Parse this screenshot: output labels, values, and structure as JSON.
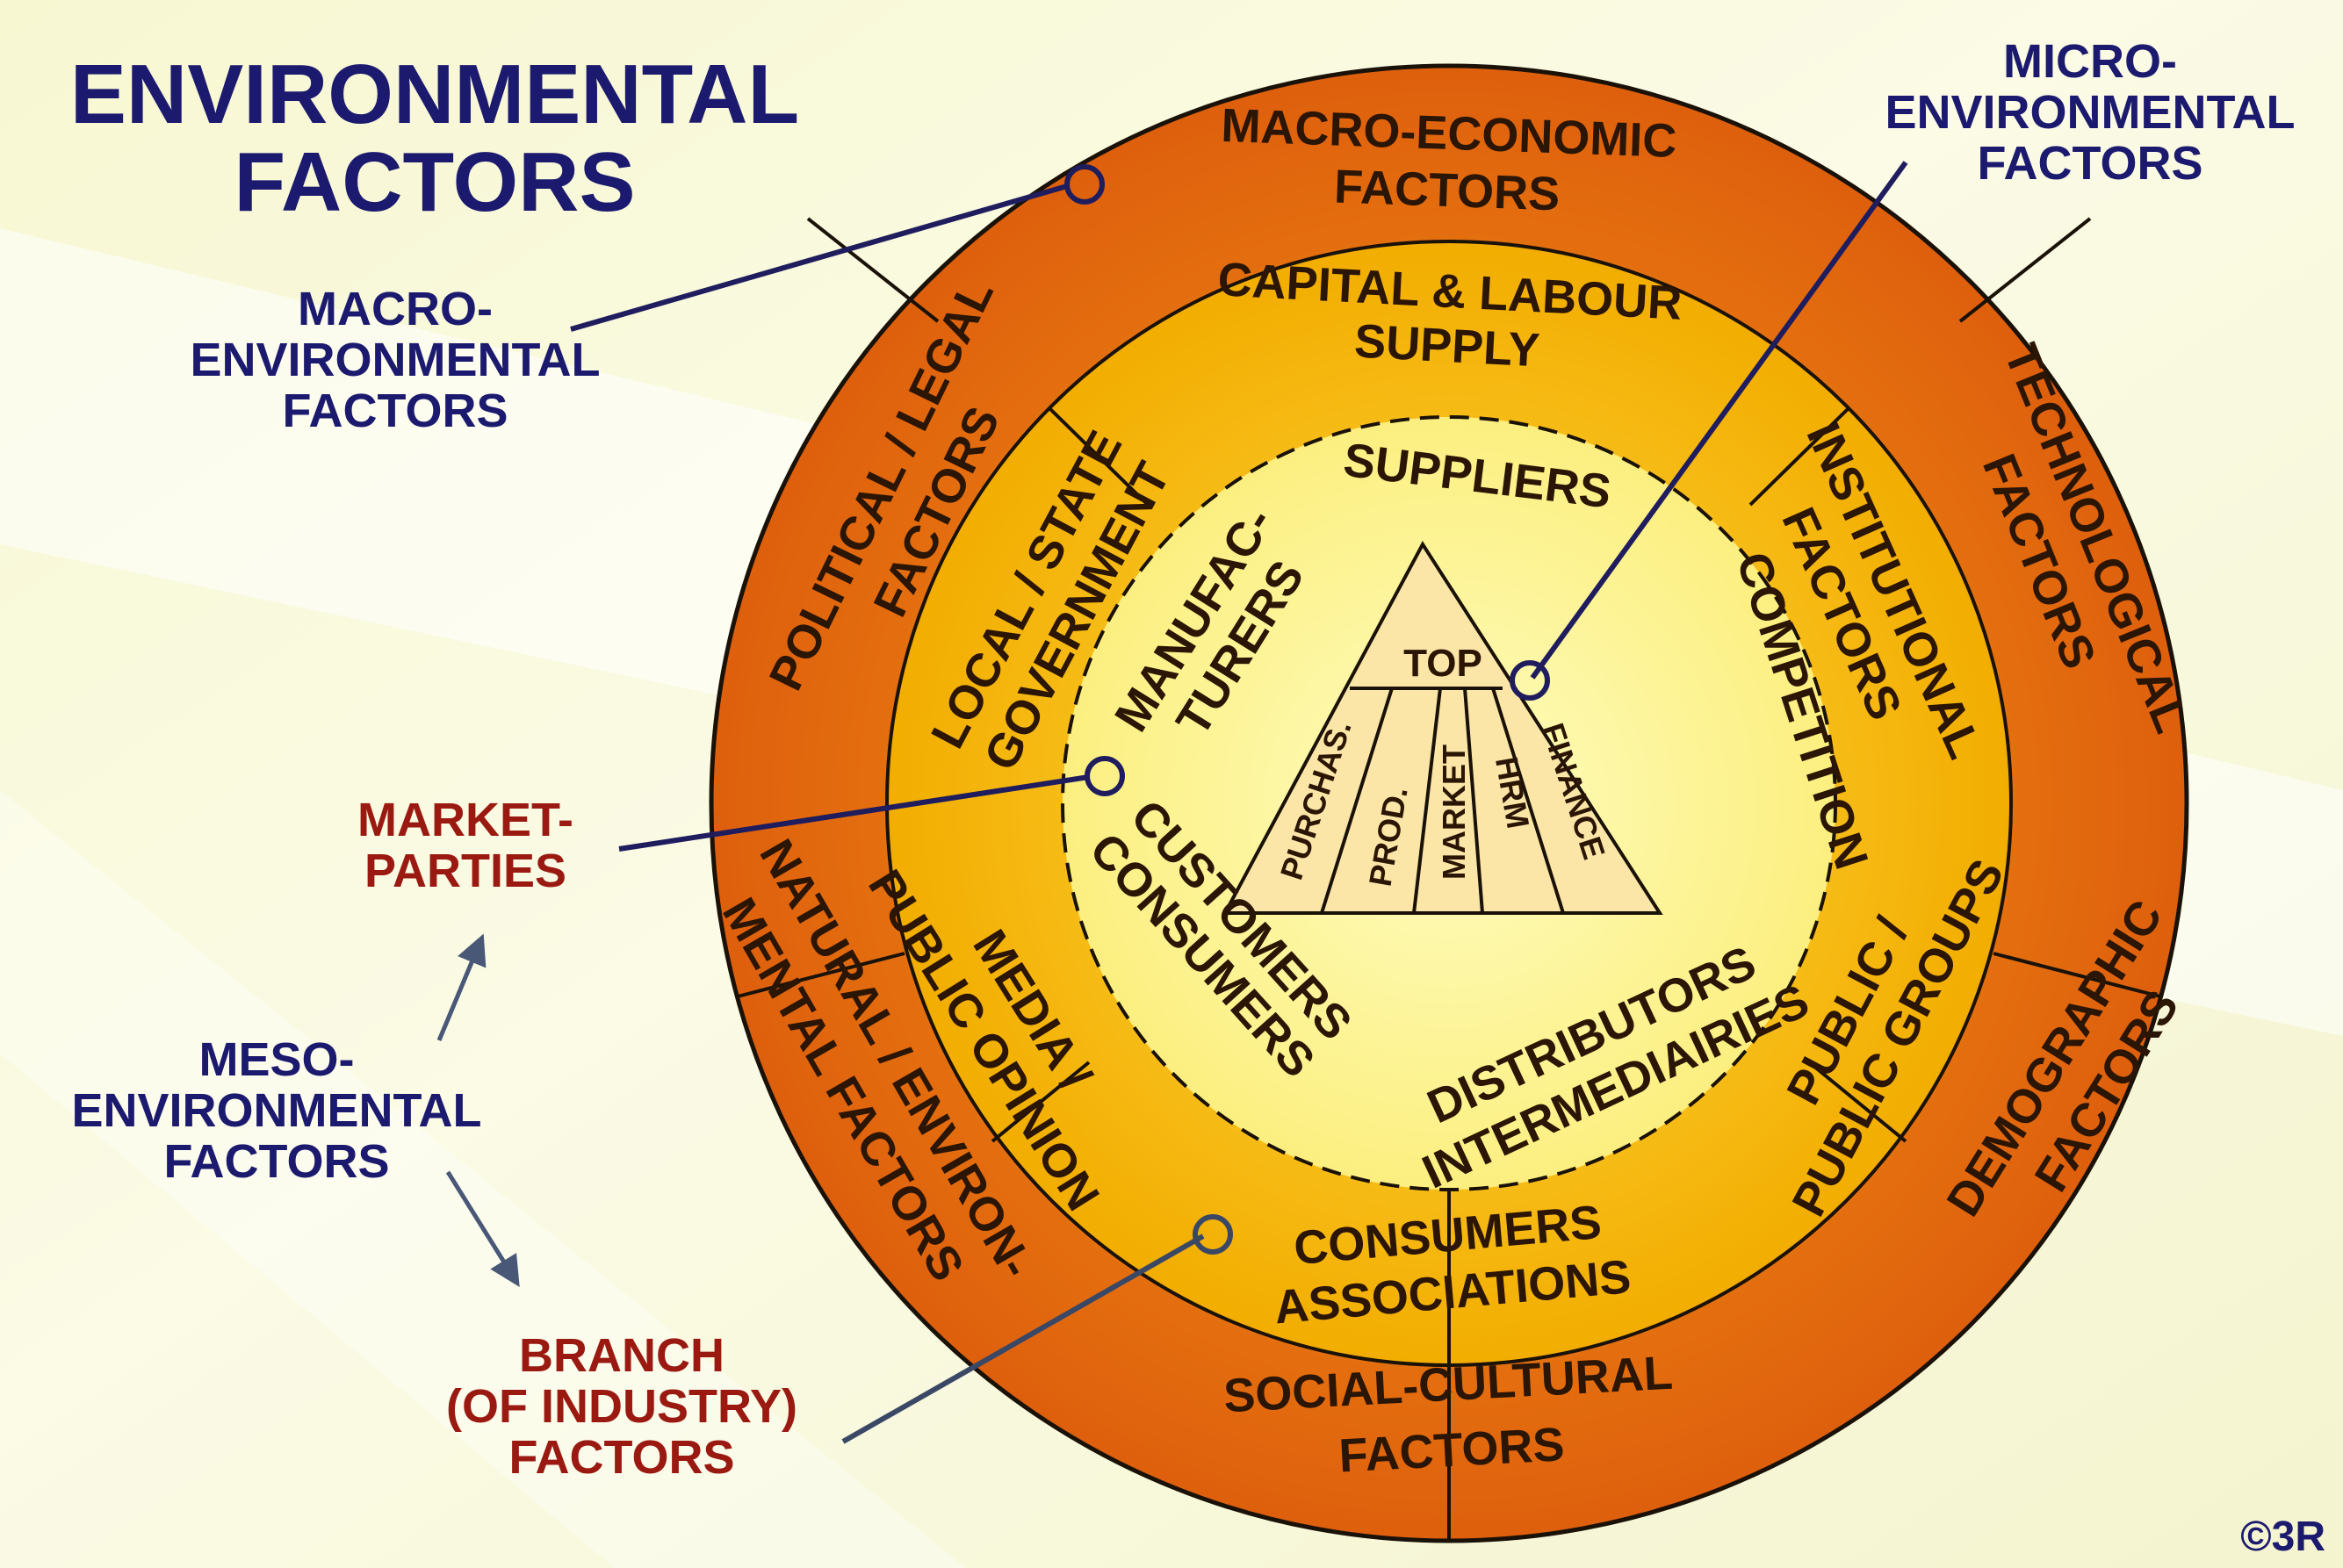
{
  "title": {
    "line1": "ENVIRONMENTAL",
    "line2": "FACTORS"
  },
  "side_labels": {
    "macro": [
      "MACRO-",
      "ENVIRONMENTAL",
      "FACTORS"
    ],
    "micro": [
      "MICRO-",
      "ENVIRONMENTAL",
      "FACTORS"
    ],
    "market": [
      "MARKET-",
      "PARTIES"
    ],
    "meso": [
      "MESO-",
      "ENVIRONMENTAL",
      "FACTORS"
    ],
    "branch": [
      "BRANCH",
      "(OF INDUSTRY)",
      "FACTORS"
    ]
  },
  "outer_ring": {
    "macro_economic": [
      "MACRO-ECONOMIC",
      "FACTORS"
    ],
    "technological": [
      "TECHNOLOGICAL",
      "FACTORS"
    ],
    "demographic": [
      "DEMOGRAPHIC",
      "FACTORS"
    ],
    "social_cultural": [
      "SOCIAL-CULTURAL",
      "FACTORS"
    ],
    "natural": [
      "NATURAL / ENVIRON-",
      "MENTAL FACTORS"
    ],
    "political": [
      "POLITICAL / LEGAL",
      "FACTORS"
    ]
  },
  "middle_ring": {
    "capital": [
      "CAPITAL & LABOUR",
      "SUPPLY"
    ],
    "institutional": [
      "INSTITUTIONAL",
      "FACTORS"
    ],
    "public_groups": [
      "PUBLIC /",
      "PUBLIC GROUPS"
    ],
    "consumers_assoc": [
      "CONSUMERS",
      "ASSOCIATIONS"
    ],
    "media": [
      "MEDIA /",
      "PUBLIC OPINION"
    ],
    "government": [
      "LOCAL / STATE",
      "GOVERNMENT"
    ]
  },
  "inner_ring": {
    "suppliers": "SUPPLIERS",
    "competition": "COMPETITION",
    "distributors": [
      "DISTRIBUTORS",
      "INTERMEDIAIRIES"
    ],
    "customers": [
      "CUSTOMERS",
      "CONSUMERS"
    ],
    "manufacturers": [
      "MANUFAC-",
      "TURERS"
    ]
  },
  "pyramid": {
    "top": "TOP",
    "functions": [
      "PURCHAS.",
      "PROD.",
      "MARKET",
      "HRM",
      "FINANCE"
    ]
  },
  "copyright": "©3R",
  "colors": {
    "title": "#1c1a6e",
    "red_label": "#9a1a12",
    "outer_ring": "#e1650f",
    "middle_ring": "#f6b700",
    "inner_circle": "#fdf391",
    "pyramid": "#fbe6a8",
    "line": "#1f1d5e"
  }
}
